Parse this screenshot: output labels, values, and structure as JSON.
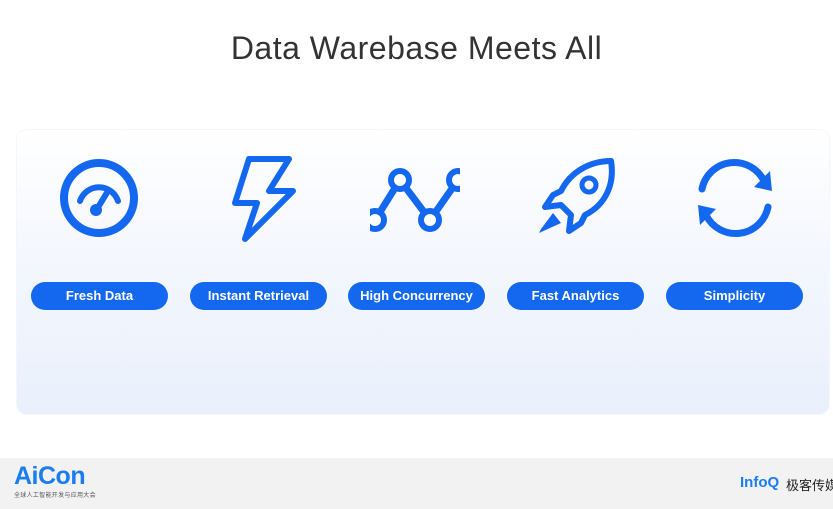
{
  "slide": {
    "title": "Data Warebase Meets All"
  },
  "features": [
    {
      "label": "Fresh Data",
      "icon": "gauge-icon"
    },
    {
      "label": "Instant Retrieval",
      "icon": "lightning-icon"
    },
    {
      "label": "High Concurrency",
      "icon": "network-nodes-icon"
    },
    {
      "label": "Fast Analytics",
      "icon": "rocket-icon"
    },
    {
      "label": "Simplicity",
      "icon": "refresh-cycle-icon"
    }
  ],
  "colors": {
    "accent": "#1468f0",
    "title_text": "#333333",
    "footer_bg": "#f2f2f2",
    "logo_blue": "#1a7df0"
  },
  "footer": {
    "left_logo": "AiCon",
    "left_subtitle": "全球人工智能开发与应用大会",
    "right_logo": "InfoQ",
    "right_text": "极客传媒"
  }
}
